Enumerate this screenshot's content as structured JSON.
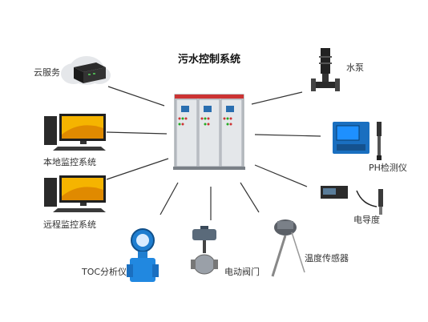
{
  "diagram": {
    "center": {
      "title": "污水控制系统",
      "icon": "control-cabinet-icon"
    },
    "nodes": [
      {
        "id": "cloud",
        "label": "云服务",
        "icon": "cloud-server-icon"
      },
      {
        "id": "local",
        "label": "本地监控系统",
        "icon": "desktop-computer-icon"
      },
      {
        "id": "remote",
        "label": "远程监控系统",
        "icon": "desktop-computer-icon"
      },
      {
        "id": "toc",
        "label": "TOC分析仪",
        "icon": "flowmeter-icon"
      },
      {
        "id": "valve",
        "label": "电动阀门",
        "icon": "electric-valve-icon"
      },
      {
        "id": "temp",
        "label": "温度传感器",
        "icon": "temperature-probe-icon"
      },
      {
        "id": "cond",
        "label": "电导度",
        "icon": "conductivity-meter-icon"
      },
      {
        "id": "ph",
        "label": "PH检测仪",
        "icon": "ph-meter-icon"
      },
      {
        "id": "pump",
        "label": "水泵",
        "icon": "water-pump-icon"
      }
    ],
    "colors": {
      "line": "#333333",
      "cabinet": "#d9dcdf",
      "screen": "#f5b400",
      "meter_blue": "#1a6fc0"
    }
  }
}
